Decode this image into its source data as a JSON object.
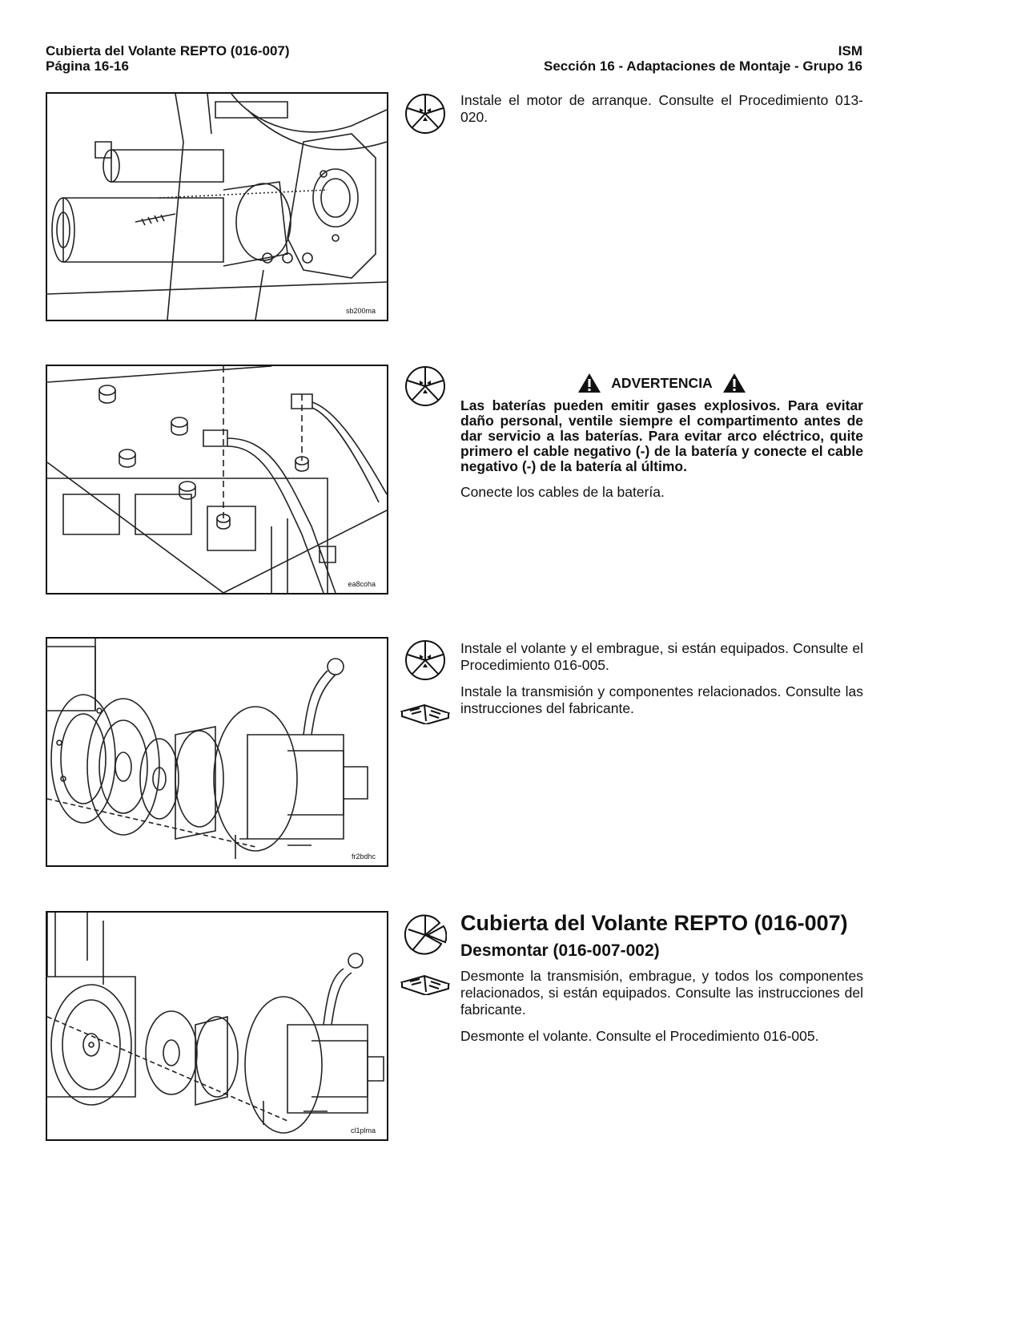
{
  "header": {
    "left_line1": "Cubierta del Volante REPTO (016-007)",
    "left_line2": "Página 16-16",
    "right_line1": "ISM",
    "right_line2": "Sección 16 - Adaptaciones de Montaje - Grupo 16"
  },
  "figures": [
    {
      "code": "sb200ma"
    },
    {
      "code": "ea8coha"
    },
    {
      "code": "fr2bdhc"
    },
    {
      "code": "cl1plma"
    }
  ],
  "block1": {
    "text": "Instale el motor de arranque. Consulte el Procedimiento 013-020."
  },
  "block2": {
    "warning_title": "ADVERTENCIA",
    "warning_text": "Las baterías pueden emitir gases explosivos. Para evitar daño personal, ventile siempre el compartimento antes de dar servicio a las baterías. Para evitar arco eléctrico, quite primero el cable negativo (-) de la batería y conecte el cable negativo (-) de la batería al último.",
    "text": "Conecte los cables de la batería."
  },
  "block3": {
    "text1": "Instale el volante y el embrague, si están equipados. Consulte el Procedimiento 016-005.",
    "text2": "Instale la transmisión y componentes relacionados. Consulte las instrucciones del fabricante."
  },
  "block4": {
    "title": "Cubierta del Volante REPTO (016-007)",
    "subtitle": "Desmontar (016-007-002)",
    "text1": "Desmonte la transmisión, embrague, y todos los componentes relacionados, si están equipados. Consulte las instrucciones del fabricante.",
    "text2": "Desmonte el volante. Consulte el Procedimiento 016-005."
  }
}
